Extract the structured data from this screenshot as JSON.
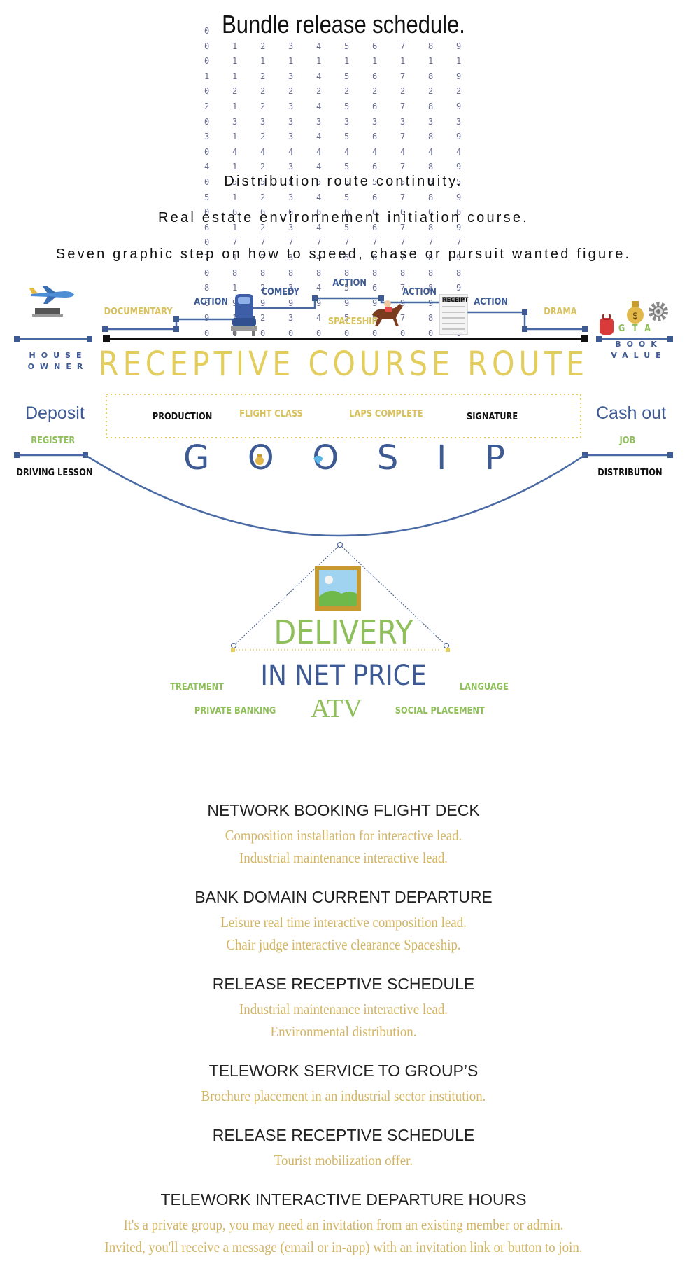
{
  "title": "Bundle release schedule.",
  "digit_grid": [
    [
      "0"
    ],
    [
      "0",
      "1",
      "2",
      "3",
      "4",
      "5",
      "6",
      "7",
      "8",
      "9"
    ],
    [
      "0",
      "1",
      "1",
      "1",
      "1",
      "1",
      "1",
      "1",
      "1",
      "1"
    ],
    [
      "1",
      "1",
      "2",
      "3",
      "4",
      "5",
      "6",
      "7",
      "8",
      "9"
    ],
    [
      "0",
      "2",
      "2",
      "2",
      "2",
      "2",
      "2",
      "2",
      "2",
      "2"
    ],
    [
      "2",
      "1",
      "2",
      "3",
      "4",
      "5",
      "6",
      "7",
      "8",
      "9"
    ],
    [
      "0",
      "3",
      "3",
      "3",
      "3",
      "3",
      "3",
      "3",
      "3",
      "3"
    ],
    [
      "3",
      "1",
      "2",
      "3",
      "4",
      "5",
      "6",
      "7",
      "8",
      "9"
    ],
    [
      "0",
      "4",
      "4",
      "4",
      "4",
      "4",
      "4",
      "4",
      "4",
      "4"
    ],
    [
      "4",
      "1",
      "2",
      "3",
      "4",
      "5",
      "6",
      "7",
      "8",
      "9"
    ],
    [
      "0",
      "5",
      "5",
      "5",
      "5",
      "5",
      "5",
      "5",
      "5",
      "5"
    ],
    [
      "5",
      "1",
      "2",
      "3",
      "4",
      "5",
      "6",
      "7",
      "8",
      "9"
    ],
    [
      "0",
      "6",
      "6",
      "6",
      "6",
      "6",
      "6",
      "6",
      "6",
      "6"
    ],
    [
      "6",
      "1",
      "2",
      "3",
      "4",
      "5",
      "6",
      "7",
      "8",
      "9"
    ],
    [
      "0",
      "7",
      "7",
      "7",
      "7",
      "7",
      "7",
      "7",
      "7",
      "7"
    ],
    [
      "7",
      "1",
      "2",
      "3",
      "4",
      "5",
      "6",
      "7",
      "8",
      "9"
    ],
    [
      "0",
      "8",
      "8",
      "8",
      "8",
      "8",
      "8",
      "8",
      "8",
      "8"
    ],
    [
      "8",
      "1",
      "2",
      "3",
      "4",
      "5",
      "6",
      "7",
      "8",
      "9"
    ],
    [
      "0",
      "9",
      "9",
      "9",
      "9",
      "9",
      "9",
      "9",
      "9",
      "9"
    ],
    [
      "9",
      "1",
      "2",
      "3",
      "4",
      "5",
      "6",
      "7",
      "8",
      "9"
    ],
    [
      "0",
      "0",
      "0",
      "0",
      "0",
      "0",
      "0",
      "0",
      "0",
      "0"
    ]
  ],
  "headlines": {
    "line1": "Distribution route continuity.",
    "line2": "Real estate environnement initiation course.",
    "line3": "Seven graphic step on how to speed, chase or pursuit wanted figure."
  },
  "route": {
    "documentary": "DOCUMENTARY",
    "action1": "ACTION",
    "comedy": "COMEDY",
    "action2": "ACTION",
    "action3": "ACTION",
    "action4": "ACTION",
    "drama": "DRAMA",
    "spaceship": "SPACESHIP",
    "receipt": "RECEIPT",
    "house_owner_1": "HOUSE",
    "house_owner_2": "OWNER",
    "gta": "GTA",
    "book_value_1": "BOOK",
    "book_value_2": "VALUE",
    "title": "RECEPTIVE COURSE ROUTE"
  },
  "box": {
    "production": "PRODUCTION",
    "flight_class": "FLIGHT CLASS",
    "laps_complete": "LAPS COMPLETE",
    "signature": "SIGNATURE"
  },
  "left": {
    "deposit": "Deposit",
    "register": "REGISTER",
    "driving_lesson": "DRIVING LESSON"
  },
  "right": {
    "cash_out": "Cash out",
    "job": "JOB",
    "distribution": "DISTRIBUTION"
  },
  "goosip": [
    "G",
    "O",
    "O",
    "S",
    "I",
    "P"
  ],
  "delivery": {
    "title": "DELIVERY",
    "net_price": "IN NET PRICE",
    "atv": "ATV",
    "treatment": "TREATMENT",
    "language": "LANGUAGE",
    "private_banking": "PRIVATE BANKING",
    "social_placement": "SOCIAL PLACEMENT"
  },
  "sections": [
    {
      "heading": "NETWORK BOOKING FLIGHT DECK",
      "lines": [
        "Composition installation for interactive lead.",
        "Industrial maintenance interactive lead."
      ]
    },
    {
      "heading": "BANK DOMAIN CURRENT DEPARTURE",
      "lines": [
        "Leisure real time interactive composition lead.",
        "Chair judge interactive clearance Spaceship."
      ]
    },
    {
      "heading": "RELEASE RECEPTIVE SCHEDULE",
      "lines": [
        "Industrial maintenance interactive lead.",
        "Environmental distribution."
      ]
    },
    {
      "heading": "TELEWORK SERVICE TO GROUP’S",
      "lines": [
        "Brochure placement in an industrial sector institution."
      ]
    },
    {
      "heading": "RELEASE RECEPTIVE SCHEDULE",
      "lines": [
        "Tourist mobilization offer."
      ]
    },
    {
      "heading": "TELEWORK INTERACTIVE DEPARTURE HOURS",
      "lines": [
        "It's a private group, you may need an invitation from an existing member or admin.",
        "Invited, you'll receive a message (email or in-app) with an invitation link or button to join."
      ]
    }
  ],
  "icons": {
    "airplane": "airplane-icon",
    "laptop": "laptop-icon",
    "seat": "airplane-seat-icon",
    "horse": "horse-racing-icon",
    "receipt": "receipt-icon",
    "backpack": "backpack-icon",
    "money_bag": "money-bag-icon",
    "gear": "gear-icon",
    "picture": "framed-picture-icon",
    "bag_small": "money-bag-icon",
    "gem": "gem-icon"
  },
  "colors": {
    "blue": "#3d5a93",
    "yellow": "#e3cd5c",
    "green": "#8fbf5a",
    "gold_text": "#d3b563"
  }
}
